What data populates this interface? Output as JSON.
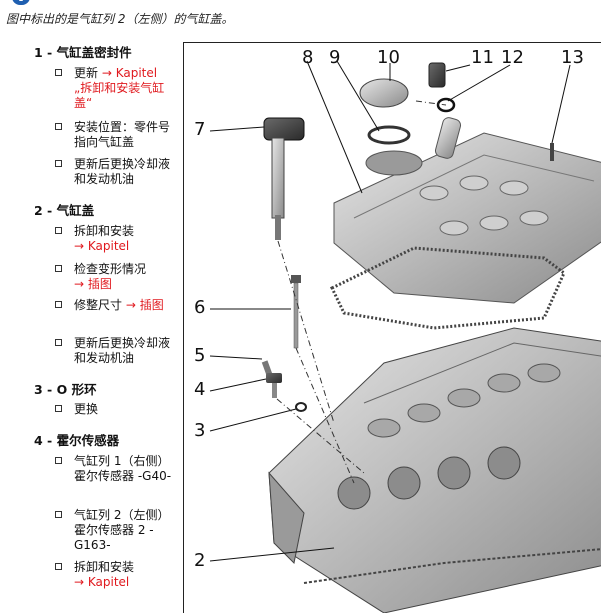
{
  "header": {
    "note": "图中标出的是气缸列 2（左侧）的气缸盖。"
  },
  "legend": {
    "sections": [
      {
        "title": "1 - 气缸盖密封件",
        "items": [
          {
            "text": "更新",
            "link": "→ Kapitel „拆卸和安装气缸盖“"
          },
          {
            "text": "安装位置：零件号指向气缸盖",
            "link": ""
          },
          {
            "text": "更新后更换冷却液和发动机油",
            "link": ""
          }
        ]
      },
      {
        "title": "2 - 气缸盖",
        "items": [
          {
            "text": "拆卸和安装",
            "link": "→ Kapitel"
          },
          {
            "text": "检查变形情况",
            "link": "→ 插图"
          },
          {
            "text": "修整尺寸",
            "link": "→ 插图"
          },
          {
            "text": "更新后更换冷却液和发动机油",
            "link": ""
          }
        ]
      },
      {
        "title": "3 - O 形环",
        "items": [
          {
            "text": "更换",
            "link": ""
          }
        ]
      },
      {
        "title": "4 - 霍尔传感器",
        "items": [
          {
            "text": "气缸列 1（右侧）霍尔传感器 -G40-",
            "link": ""
          },
          {
            "text": "气缸列 2（左侧）霍尔传感器 2 -G163-",
            "link": ""
          },
          {
            "text": "拆卸和安装",
            "link": "→ Kapitel"
          }
        ]
      }
    ]
  },
  "figure": {
    "callouts": [
      "2",
      "3",
      "4",
      "5",
      "6",
      "7",
      "8",
      "9",
      "10",
      "11",
      "12",
      "13"
    ]
  },
  "colors": {
    "link": "#e0191e",
    "icon": "#1f5fb0"
  }
}
